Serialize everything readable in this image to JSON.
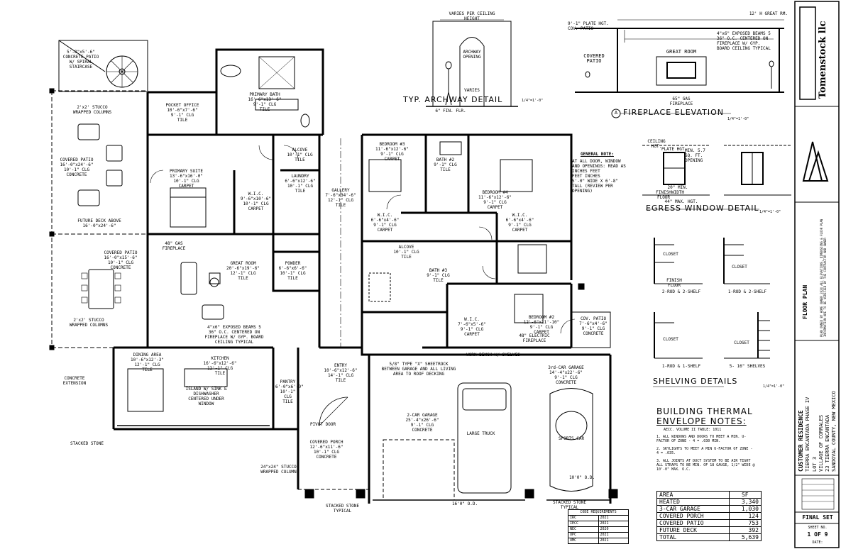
{
  "archway_detail": {
    "title": "TYP. ARCHWAY DETAIL",
    "scale": "1/4\"=1'-0\"",
    "opening_label": "ARCHWAY OPENING",
    "varies_top": "VARIES PER CEILING HEIGHT",
    "varies_bottom": "VARIES",
    "floor": "6\" FIN. FLR."
  },
  "fireplace_elevation": {
    "marker": "A",
    "title": "FIREPLACE ELEVATION",
    "scale": "1/4\"=1'-0\"",
    "room": "GREAT ROOM",
    "patio": "COVERED PATIO",
    "gas_fireplace": "65\" GAS FIREPLACE",
    "beams": "4\"x6\" EXPOSED BEAMS 5 36\" O.C. CENTERED ON FIREPLACE W/ GYP. BOARD CEILING TYPICAL",
    "plate_ht": "9'-1\" PLATE HGT. COV. PATIO",
    "great_rm": "12' H GREAT RM."
  },
  "general_note": {
    "title": "GENERAL NOTE:",
    "text": "AT ALL DOOR, WINDOW AND OPENINGS: READ AS\nINCHES   FEET\nFEET   INCHES\n5'-0\" WIDE X 6'-8\" TALL (REVIEW PER OPENING)"
  },
  "egress": {
    "title": "EGRESS WINDOW DETAIL",
    "scale": "1/4\"=1'-0\"",
    "ceiling_hgt": "CEILING HGT.",
    "plate_hgt": "PLATE HGT.",
    "min_sq": "MIN. 5.7 SQ. FT. OPENING",
    "finish_floor": "FINISH FLOOR",
    "max_hgt": "44\" MAX. HGT.",
    "width": "20\" MIN. WIDTH"
  },
  "shelving": {
    "title": "SHELVING DETAILS",
    "scale": "1/4\"=1'-0\"",
    "items": [
      {
        "caption": "2-ROD & 2-SHELF",
        "label": "CLOSET"
      },
      {
        "caption": "1-ROD & 2-SHELF",
        "label": "CLOSET"
      },
      {
        "caption": "1-ROD & 1-SHELF",
        "label": "CLOSET"
      },
      {
        "caption": "5- 16\" SHELVES",
        "label": "CLOSET"
      }
    ],
    "finish_floor": "FINISH FLOOR",
    "shelf": "1-SHELF",
    "rod": "1-ROD & 1-SHELF"
  },
  "thermal_notes": {
    "title_line1": "BUILDING THERMAL",
    "title_line2": "ENVELOPE NOTES:",
    "subtitle": "AECC. VOLUME II TABLE: 1011",
    "notes": [
      "1. ALL WINDOWS AND DOORS TO MEET A MIN. U-FACTOR OF ZONE - 4 = .030 MIN.",
      "2. SKYLIGHTS TO MEET A MIN U-FACTOR OF ZONE - 4 = .035.",
      "3. ALL JOINTS AT DUCT SYSTEM TO BE AIR TIGHT ALL STRAPS TO BE MIN. OF 18 GAUGE, 1/2\" WIDE @ 10'-0\" MAX. O.C."
    ]
  },
  "area_table": {
    "header": [
      "AREA",
      "SF"
    ],
    "rows": [
      [
        "HEATED",
        "3,340"
      ],
      [
        "3-CAR GARAGE",
        "1,030"
      ],
      [
        "COVERED PORCH",
        "124"
      ],
      [
        "COVERED PATIO",
        "753"
      ],
      [
        "FUTURE DECK",
        "392"
      ],
      [
        "TOTAL",
        "5,639"
      ]
    ]
  },
  "code_table": {
    "header": "CODE REQUIREMENTS",
    "rows": [
      [
        "IRC",
        "2021"
      ],
      [
        "IECC",
        "2021"
      ],
      [
        "NEC",
        "2020"
      ],
      [
        "UPC",
        "2021"
      ],
      [
        "UMC",
        "2021"
      ]
    ]
  },
  "title_block": {
    "company": "Tomenstock llc",
    "plan_name": "FLOOR PLAN",
    "residence": "CUSTOMER RESIDENCE",
    "project": "TIERRA ENCANTADA PHASE IV",
    "lot": "LOT 3",
    "village": "VILLAGE OF CORRALES",
    "address": "23 TIERRA ENCANTADA",
    "county": "SANDOVAL COUNTY, NEW MEXICO",
    "set": "FINAL SET",
    "sheet_no_label": "SHEET NO.",
    "sheet": "1 OF 9",
    "date_label": "DATE:",
    "disclaimer": "PLAN OWNED BY HOME OWNER 2024 ALL ELEVATIONS, DIMENSIONS & FLOOR PLAN INFORMATION ARE TO BE VERIFIED BY THE CONTRACTOR AND OWNER"
  },
  "rooms": {
    "staircase": "5'-8\"x5'-6\" CONCRETE PATIO W/ SPIRAL STAIRCASE",
    "covered_patio_top": "COVERED PATIO\n16'-0\"x24'-6\"\n10'-1\" CLG\nCONCRETE",
    "future_deck": "FUTURE DECK ABOVE\n16'-0\"x24'-6\"",
    "covered_patio_mid": "COVERED PATIO\n16'-0\"x15'-6\"\n10'-1\" CLG\nCONCRETE",
    "stucco_col": "2'x2' STUCCO WRAPPED COLUMNS",
    "pocket_office": "POCKET OFFICE\n10'-6\"x7'-6\"\n9'-1\" CLG\nTILE",
    "primary_bath": "PRIMARY BATH\n16'-6\"x13'-6\"\n9'-1\" CLG\nTILE",
    "primary_suite": "PRIMARY SUITE\n13'-6\"x16'-0\"\n10'-1\" CLG\nCARPET",
    "wic1": "W.I.C.\n9'-6\"x10'-6\"\n10'-1\" CLG\nCARPET",
    "alcove": "ALCOVE\n10'-1\" CLG\nTILE",
    "laundry": "LAUNDRY\n6'-6\"x12'-6\"\n10'-1\" CLG\nTILE",
    "gallery": "GALLERY\n7'-6\"x34'-6\"\n12'-1\" CLG\nTILE",
    "great_room": "GREAT ROOM\n20'-6\"x19'-6\"\n12'-1\" CLG\nTILE",
    "powder": "POWDER\n6'-6\"x6'-6\"\n10'-1\" CLG\nTILE",
    "bedroom3": "BEDROOM #3\n11'-6\"x12'-6\"\n9'-1\" CLG\nCARPET",
    "bath2": "BATH #2\n9'-1\" CLG\nTILE",
    "bedroom4": "BEDROOM #4\n11'-6\"x12'-6\"\n9'-1\" CLG\nCARPET",
    "wic3": "W.I.C.\n6'-6\"x4'-6\"\n9'-1\" CLG\nCARPET",
    "wic4": "W.I.C.\n6'-6\"x4'-6\"\n9'-1\" CLG\nCARPET",
    "alcove2": "ALCOVE\n10'-1\" CLG\nTILE",
    "bath3": "BATH #3\n9'-1\" CLG\nTILE",
    "wic2": "W.I.C.\n7'-6\"x5'-6\"\n9'-1\" CLG\nCARPET",
    "bedroom2": "BEDROOM #2\n12'-6\"x11'-10\"\n9'-1\" CLG\nCARPET",
    "cov_patio": "COV. PATIO\n7'-6\"x4'-6\"\n9'-1\" CLG\nCONCRETE",
    "dining": "DINING AREA\n10'-6\"x12'-3\"\n12'-1\" CLG\nTILE",
    "kitchen": "KITCHEN\n16'-6\"x12'-6\"\n12'-1\" CLG\nTILE",
    "pantry": "PANTRY\n6'-0\"x6'-0\"\n10'-1\" CLG\nTILE",
    "entry": "ENTRY\n10'-6\"x12'-6\"\n14'-1\" CLG\nTILE",
    "covered_porch": "COVERED PORCH\n12'-6\"x11'-6\"\n10'-1\" CLG\nCONCRETE",
    "two_car": "2-CAR GARAGE\n25'-4\"x26'-6\"\n9'-1\" CLG\nCONCRETE",
    "third_car": "3rd-CAR GARAGE\n14'-4\"x22'-6\"\n9'-1\" CLG\nCONCRETE",
    "garage_note": "5/8\" TYPE \"X\" SHEETROCK BETWEEN GARAGE AND ALL LIVING AREA TO ROOF DECKING",
    "work_bench": "WORK BENCH W/ SHELVES",
    "stacked_stone": "STACKED STONE",
    "stacked_stone_typ": "STACKED STONE TYPICAL",
    "island": "ISLAND W/ SINK & DISHWASHER CENTERED UNDER WINDOW",
    "gas_fireplace": "48\" GAS FIREPLACE",
    "exposed_beams": "4\"x6\" EXPOSED BEAMS 5 36\" O.C. CENTERED ON FIREPLACE W/ GYP. BOARD CEILING TYPICAL",
    "concrete_ext": "CONCRETE EXTENSION",
    "stucco_col2": "24\"x24\" STUCCO WRAPPED COLUMN",
    "pivot": "PIVOT DOOR",
    "electric_fp": "48\" ELECTRIC FIREPLACE",
    "door_16": "16'0\" O.D.",
    "door_10": "10'0\" O.D.",
    "large_truck": "LARGE TRUCK",
    "sports_car": "SPORTS CAR"
  }
}
